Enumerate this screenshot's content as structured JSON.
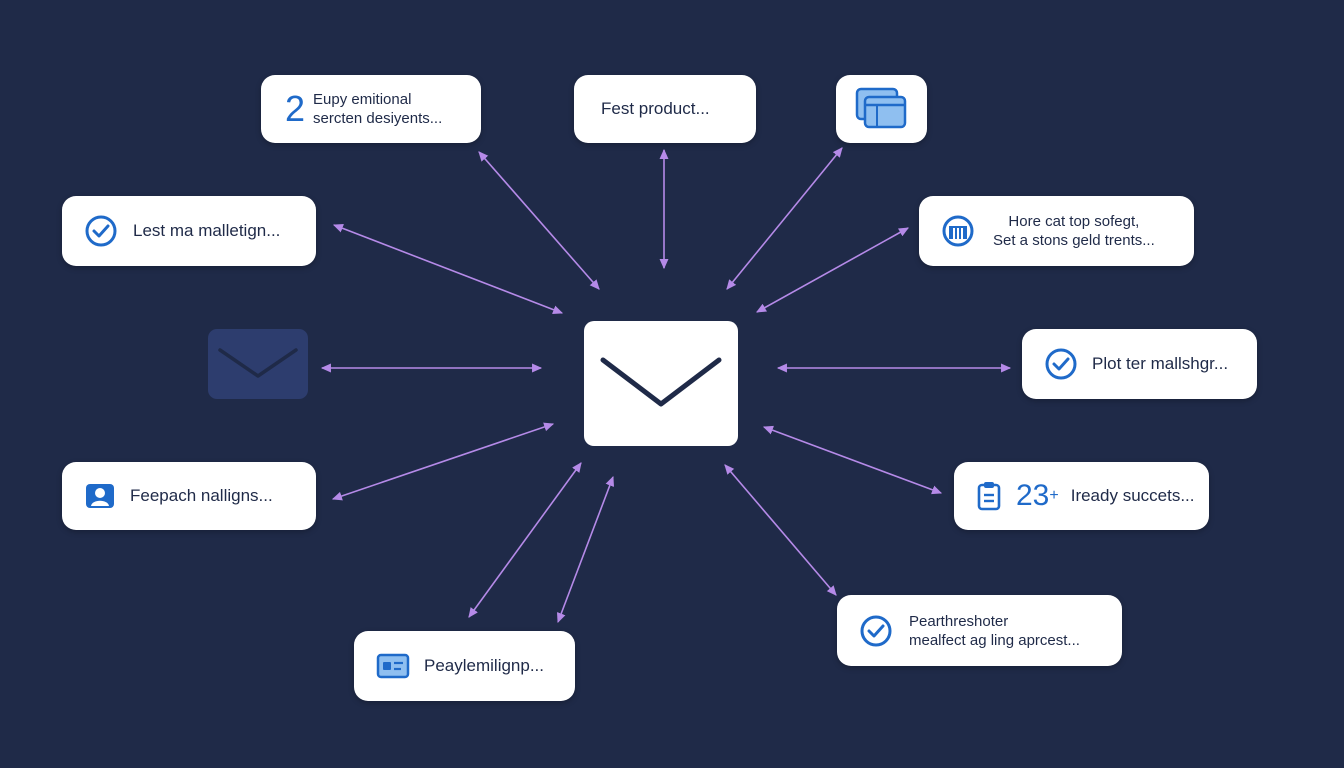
{
  "colors": {
    "background": "#1f2a48",
    "card": "#ffffff",
    "arrow": "#b58ae8",
    "icon_blue": "#1f6ac9",
    "text": "#1f2a48"
  },
  "hub": {
    "icon": "envelope-icon"
  },
  "ghost": {
    "icon": "envelope-icon"
  },
  "nodes": [
    {
      "id": "top-left",
      "icon": "number-two-icon",
      "icon_text": "2",
      "lines": [
        "Eupy emitional",
        "sercten desiyents..."
      ]
    },
    {
      "id": "top-center",
      "icon": "",
      "lines": [
        "Fest product..."
      ]
    },
    {
      "id": "top-right",
      "icon": "window-stack-icon",
      "lines": []
    },
    {
      "id": "left-upper",
      "icon": "check-circle-icon",
      "lines": [
        "Lest ma malletign..."
      ]
    },
    {
      "id": "right-upper",
      "icon": "building-icon",
      "lines": [
        "Hore cat top sofegt,",
        "Set a stons geld trents..."
      ]
    },
    {
      "id": "right-middle",
      "icon": "check-circle-icon",
      "lines": [
        "Plot ter mallshgr..."
      ]
    },
    {
      "id": "left-lower",
      "icon": "user-badge-icon",
      "lines": [
        "Feepach nallignѕ..."
      ]
    },
    {
      "id": "right-lower",
      "icon": "clipboard-icon",
      "icon_text": "23",
      "icon_extra": "+",
      "lines": [
        "Iready succets..."
      ]
    },
    {
      "id": "bottom-right",
      "icon": "check-circle-icon",
      "lines": [
        "Pearthreshoter",
        "mealfect ag ling aprcest..."
      ]
    },
    {
      "id": "bottom-left",
      "icon": "id-card-icon",
      "lines": [
        "Peaylemilignp..."
      ]
    }
  ]
}
